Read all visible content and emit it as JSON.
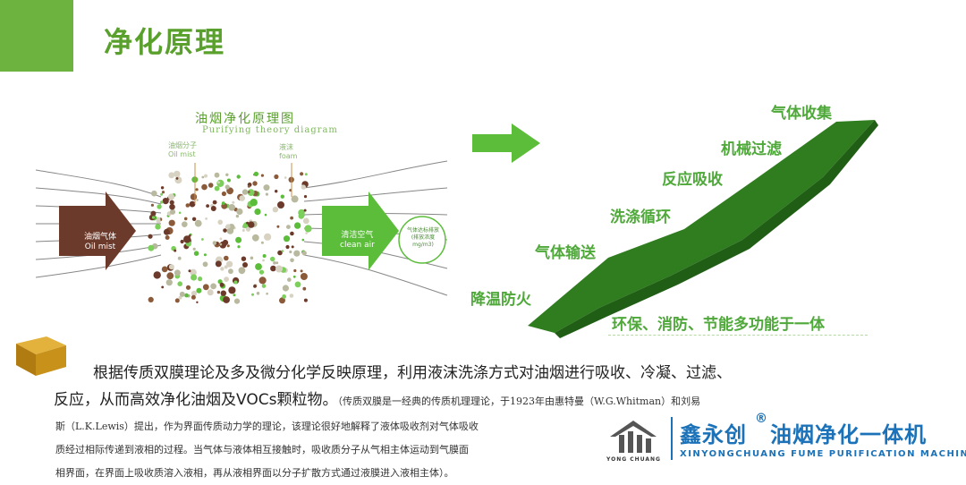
{
  "page": {
    "title": "净化原理"
  },
  "diagram": {
    "title_cn": "油烟净化原理图",
    "title_en": "Purifying theory diagram",
    "label_oil_particle_cn": "油烟分子",
    "label_oil_particle_en": "Oil mist",
    "label_foam_cn": "液沫",
    "label_foam_en": "foam",
    "input_cn": "油烟气体",
    "input_en": "Oil mist",
    "output_cn": "清洁空气",
    "output_en": "clean air",
    "outlet_note": "气体达标排放 (排放浓度 mg/m3)"
  },
  "steps": [
    "降温防火",
    "气体输送",
    "洗涤循环",
    "反应吸收",
    "机械过滤",
    "气体收集"
  ],
  "multifunction": "环保、消防、节能多功能于一体",
  "body": {
    "line1": "根据传质双膜理论及多及微分化学反映原理，利用液沫洗涤方式对油烟进行吸收、冷凝、过滤、",
    "line2": "反应，从而高效净化油烟及VOCs颗粒物。",
    "note_inline": "（传质双膜是一经典的传质机理理论，于1923年由惠特曼（W.G.Whitman）和刘易",
    "note_line1": "斯（L.K.Lewis）提出，作为界面传质动力学的理论，该理论很好地解释了液体吸收剂对气体吸收",
    "note_line2": "质经过相际传递到液相的过程。当气体与液体相互接触时，吸收质分子从气相主体运动到气膜面",
    "note_line3": "相界面，在界面上吸收质溶入液相，再从液相界面以分子扩散方式通过液膜进入液相主体）。"
  },
  "brand": {
    "name_cn": "鑫永创",
    "registered": "®",
    "product_cn": "油烟净化一体机",
    "name_en": "XINYONGCHUANG FUME PURIFICATION MACHINE",
    "logo_text": "YONG CHUANG"
  },
  "colors": {
    "accent_green": "#6db33f",
    "title_green": "#5aa02c",
    "dark_green": "#2f7d1f",
    "brown": "#6b3a2a",
    "brand_blue": "#1b72b8",
    "cube_gold": "#c8911a"
  }
}
